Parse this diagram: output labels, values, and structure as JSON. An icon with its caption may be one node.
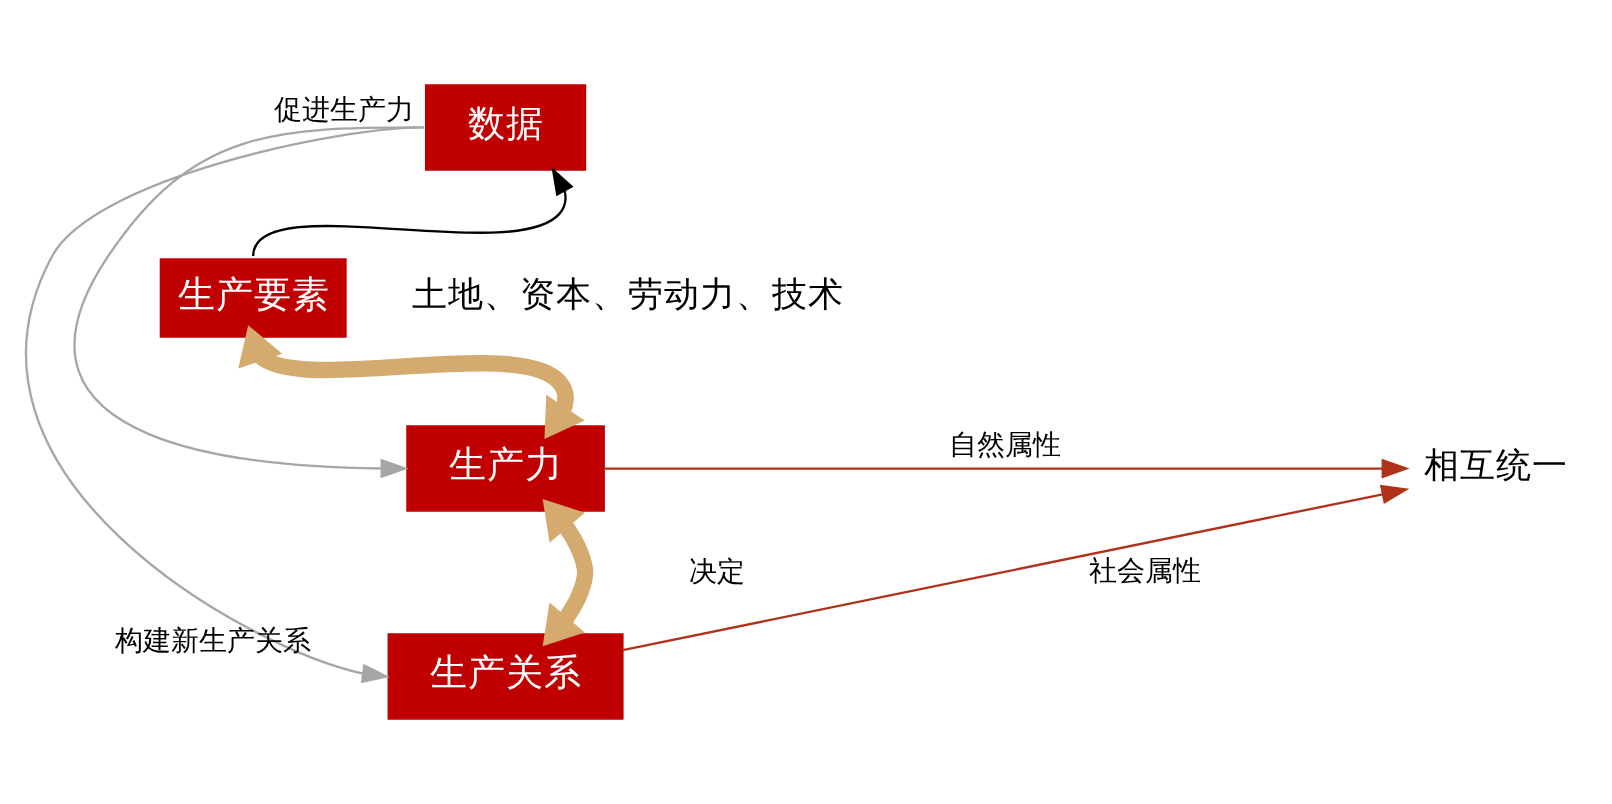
{
  "diagram": {
    "nodes": [
      {
        "text": [
          "数据"
        ]
      },
      {
        "text": [
          "生产要素"
        ],
        "beside": [
          "土地、资本、劳动力、技术"
        ]
      },
      {
        "text": [
          "生产力"
        ]
      },
      {
        "text": [
          "生产关系"
        ]
      },
      {
        "text": [
          "相互统一"
        ]
      }
    ],
    "edges": [
      {
        "from": 1,
        "to": 0,
        "arrow": "to",
        "color": "#000000"
      },
      {
        "from": 2,
        "to": 1,
        "arrow": "both",
        "style": "thick",
        "color": "#d4aa6e"
      },
      {
        "from": 2,
        "to": 3,
        "arrow": "both",
        "style": "thick",
        "color": "#d4aa6e",
        "label": "决定"
      },
      {
        "from": 0,
        "to": 2,
        "arrow": "to",
        "color": "#a6a6a6",
        "label": "促进生产力"
      },
      {
        "from": 0,
        "to": 3,
        "arrow": "to",
        "color": "#a6a6a6",
        "label": "构建新生产关系"
      },
      {
        "from": 2,
        "to": 4,
        "arrow": "to",
        "color": "#b0321a",
        "label": "自然属性"
      },
      {
        "from": 3,
        "to": 4,
        "arrow": "to",
        "color": "#b0321a",
        "label": "社会属性"
      }
    ]
  }
}
